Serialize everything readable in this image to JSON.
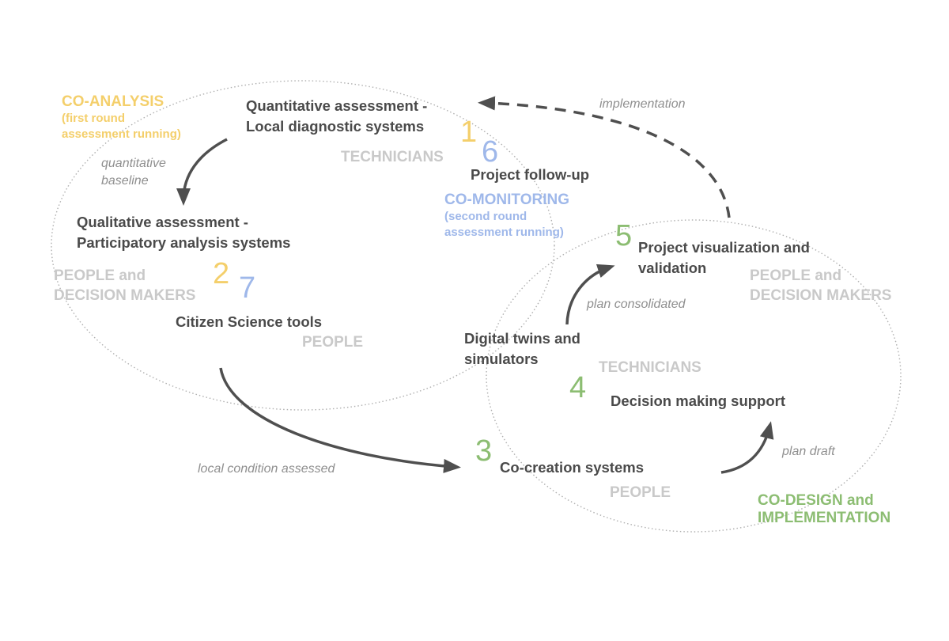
{
  "colors": {
    "analysis": "#f4cf6b",
    "monitoring": "#9fb8ea",
    "design": "#8cbd72",
    "node_text": "#4a4a4a",
    "actor_text": "#c9c9c9",
    "flow_text": "#8f8f8f",
    "arrow": "#4f4f4f",
    "ellipse_outline": "#b0b0b0"
  },
  "phases": {
    "co_analysis": {
      "title": "CO-ANALYSIS",
      "subtitle_lines": [
        "(first round",
        "assessment running)"
      ]
    },
    "co_monitoring": {
      "title": "CO-MONITORING",
      "subtitle_lines": [
        "(second round",
        "assessment running)"
      ]
    },
    "co_design": {
      "title_lines": [
        "CO-DESIGN and",
        "IMPLEMENTATION"
      ]
    }
  },
  "nodes": {
    "quantitative": {
      "lines": [
        "Quantitative assessment -",
        "Local diagnostic systems"
      ]
    },
    "qualitative": {
      "lines": [
        "Qualitative assessment -",
        "Participatory analysis systems"
      ]
    },
    "citizen_science": {
      "label": "Citizen Science tools"
    },
    "project_follow_up": {
      "label": "Project follow-up"
    },
    "project_visualization": {
      "lines": [
        "Project visualization and",
        "validation"
      ]
    },
    "digital_twins": {
      "lines": [
        "Digital twins and",
        "simulators"
      ]
    },
    "decision_support": {
      "label": "Decision making support"
    },
    "co_creation": {
      "label": "Co-creation systems"
    }
  },
  "step_numbers": {
    "s1": "1",
    "s2": "2",
    "s3": "3",
    "s4": "4",
    "s5": "5",
    "s6": "6",
    "s7": "7"
  },
  "actors": {
    "technicians_top": "TECHNICIANS",
    "people_dm_left": [
      "PEOPLE and",
      "DECISION MAKERS"
    ],
    "people_left": "PEOPLE",
    "people_dm_right": [
      "PEOPLE and",
      "DECISION MAKERS"
    ],
    "technicians_right": "TECHNICIANS",
    "people_right": "PEOPLE"
  },
  "flows": {
    "quantitative_baseline": [
      "quantitative",
      "baseline"
    ],
    "local_condition_assessed": "local condition assessed",
    "plan_draft": "plan draft",
    "plan_consolidated": "plan consolidated",
    "implementation": "implementation"
  }
}
